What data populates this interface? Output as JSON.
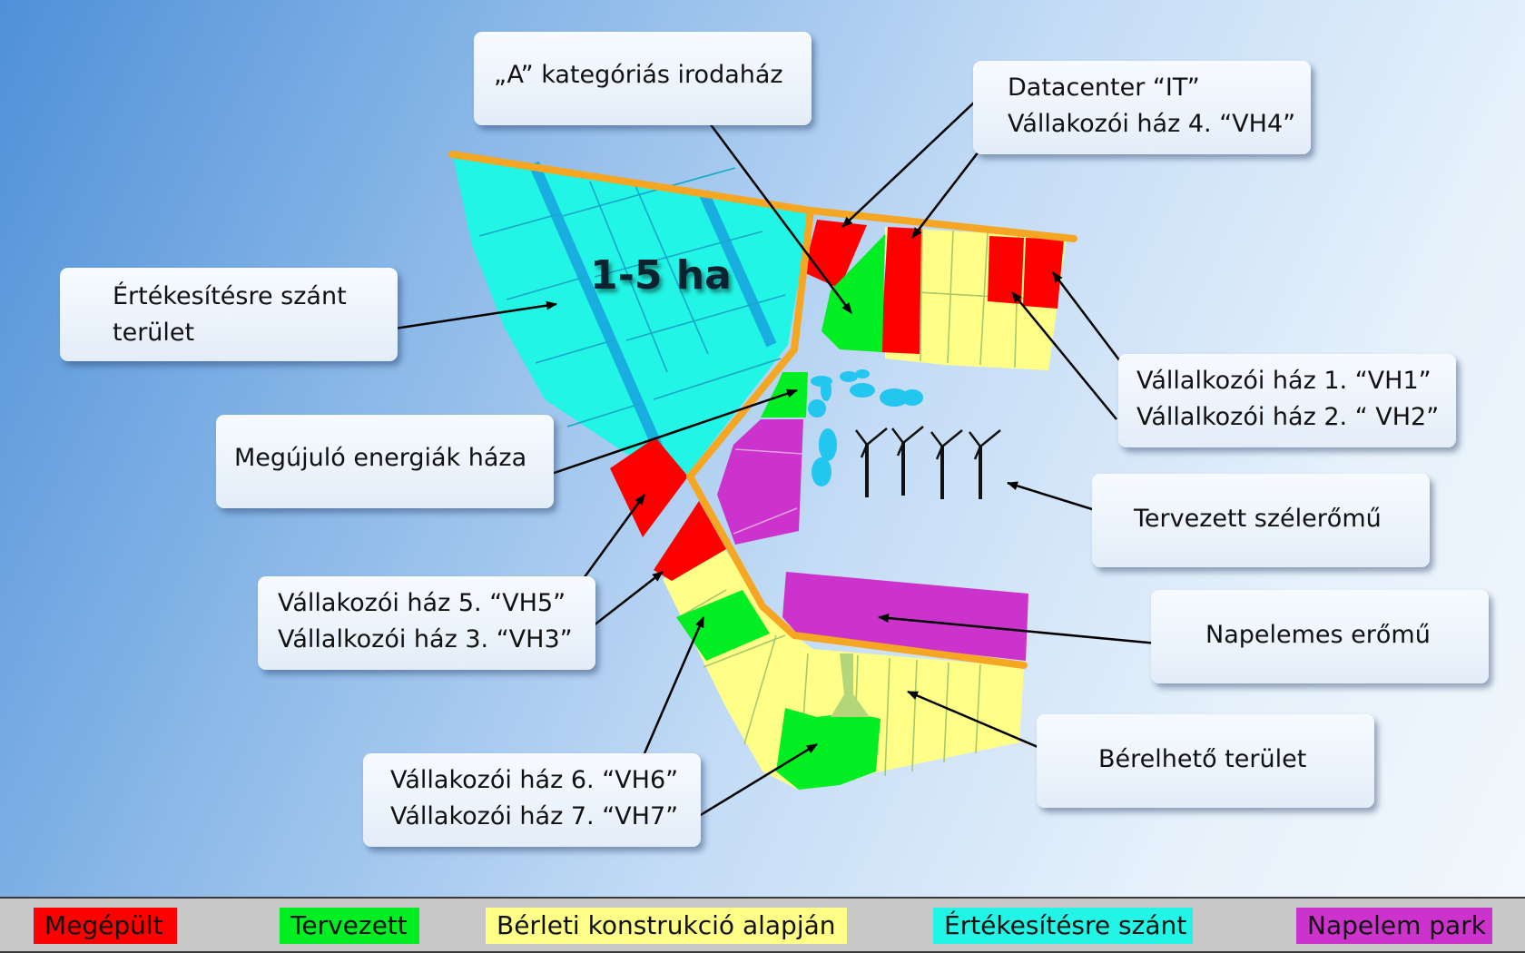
{
  "colors": {
    "built": "#ff0000",
    "planned": "#00ee22",
    "rental": "#ffff88",
    "for_sale": "#22f5e5",
    "solar": "#cc33cc",
    "road": "#f5a623",
    "water": "#22c6ee"
  },
  "map": {
    "area_label": "1-5 ha"
  },
  "callouts": {
    "office": {
      "lines": [
        "„A” kategóriás irodaház"
      ]
    },
    "datacenter": {
      "lines": [
        "Datacenter “IT”",
        "Vállakozói ház 4. “VH4”"
      ]
    },
    "for_sale_area": {
      "lines": [
        "Értékesítésre szánt",
        "terület"
      ]
    },
    "vh1_vh2": {
      "lines": [
        "Vállalkozói ház 1. “VH1”",
        "Vállalkozói ház 2. “ VH2”"
      ]
    },
    "renewable": {
      "lines": [
        "Megújuló energiák háza"
      ]
    },
    "wind": {
      "lines": [
        "Tervezett szélerőmű"
      ]
    },
    "vh5_vh3": {
      "lines": [
        "Vállakozói ház 5. “VH5”",
        "Vállalkozói ház 3. “VH3”"
      ]
    },
    "solar_plant": {
      "lines": [
        "Napelemes erőmű"
      ]
    },
    "rental_area": {
      "lines": [
        "Bérelhető terület"
      ]
    },
    "vh6_vh7": {
      "lines": [
        "Vállakozói ház 6. “VH6”",
        "Vállakozói ház 7. “VH7”"
      ]
    }
  },
  "legend": [
    {
      "label": "Megépült",
      "color": "#ff0000"
    },
    {
      "label": "Tervezett",
      "color": "#00ee22"
    },
    {
      "label": "Bérleti konstrukció alapján",
      "color": "#ffff88"
    },
    {
      "label": "Értékesítésre szánt",
      "color": "#22f5e5"
    },
    {
      "label": "Napelem park",
      "color": "#cc33cc"
    }
  ]
}
